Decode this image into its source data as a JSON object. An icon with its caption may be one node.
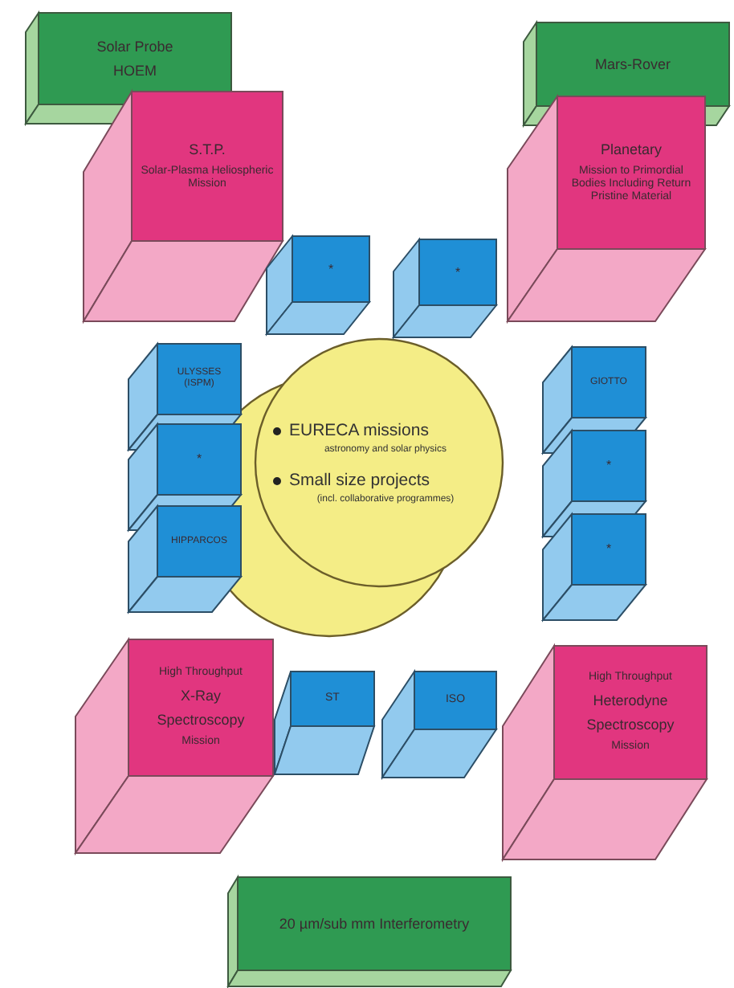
{
  "diagram": {
    "nodes": [
      {
        "text": [
          "Solar Probe",
          "HOEM"
        ]
      },
      {
        "text": [
          "Mars-Rover"
        ]
      },
      {
        "text": [
          "S.T.P.",
          "Solar-Plasma Heliospheric Mission"
        ]
      },
      {
        "text": [
          "Planetary",
          "Mission to Primordial Bodies Including Return Pristine Material"
        ]
      },
      {
        "text": [
          "*"
        ]
      },
      {
        "text": [
          "*"
        ]
      },
      {
        "text": [
          "ULYSSES (ISPM)"
        ]
      },
      {
        "text": [
          "GIOTTO"
        ]
      },
      {
        "text": [
          "EURECA missions",
          "astronomy and solar physics",
          "Small size projects",
          "(incl. collaborative programmes)"
        ]
      },
      {
        "text": [
          "*"
        ]
      },
      {
        "text": [
          "*"
        ]
      },
      {
        "text": [
          "HIPPARCOS"
        ]
      },
      {
        "text": [
          "*"
        ]
      },
      {
        "text": [
          "High Throughput",
          "X-Ray",
          "Spectroscopy",
          "Mission"
        ]
      },
      {
        "text": [
          "ST"
        ]
      },
      {
        "text": [
          "ISO"
        ]
      },
      {
        "text": [
          "High Throughput",
          "Heterodyne",
          "Spectroscopy",
          "Mission"
        ]
      },
      {
        "text": [
          "20 µm/sub mm Interferometry"
        ]
      }
    ]
  }
}
